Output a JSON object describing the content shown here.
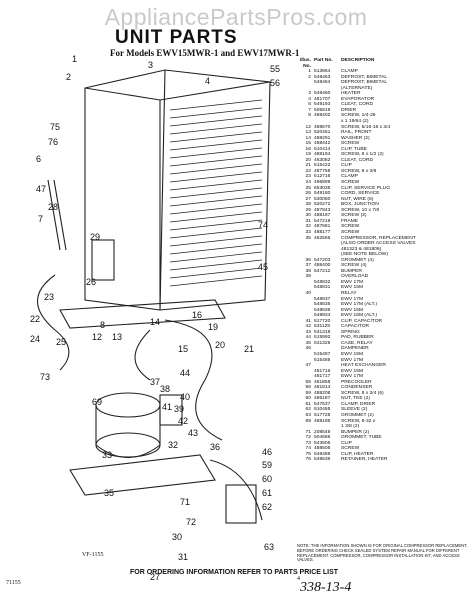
{
  "watermark": "AppliancePartsPros.com",
  "title": "UNIT PARTS",
  "models": "For Models EWV15MWR-1 and EWV17MWR-1",
  "header": {
    "illus": "Illus.",
    "no": "No.",
    "part": "Part No.",
    "desc": "DESCRIPTION"
  },
  "parts": [
    [
      "1",
      "513864",
      "CLAMP"
    ],
    [
      "2",
      "548463",
      "DEFROST, BIMETAL"
    ],
    [
      "",
      "548464",
      "DEFROST, BIMETAL"
    ],
    [
      "",
      "",
      "(ALTERNATE)"
    ],
    [
      "3",
      "548460",
      "HEATER"
    ],
    [
      "4",
      "481707",
      "EVAPORATOR"
    ],
    [
      "6",
      "549193",
      "CLEAT, CORD"
    ],
    [
      "7",
      "505819",
      "DRIER"
    ],
    [
      "8",
      "488402",
      "SCREW, 1/4-28"
    ],
    [
      "",
      "",
      "x 1 19/64 (2)"
    ],
    [
      "12",
      "488670",
      "SCREW, 5/16-18 x 3/4"
    ],
    [
      "13",
      "520461",
      "RAIL, FRONT"
    ],
    [
      "14",
      "488291",
      "WASHER (2)"
    ],
    [
      "15",
      "488442",
      "SCREW"
    ],
    [
      "16",
      "510414",
      "CLIP, TUBE"
    ],
    [
      "19",
      "488194",
      "SCREW, 8 x 1/2 (2)"
    ],
    [
      "20",
      "463082",
      "CLEAT, CORD"
    ],
    [
      "21",
      "515422",
      "CLIP"
    ],
    [
      "22",
      "487758",
      "SCREW, 8 x 3/8"
    ],
    [
      "23",
      "512716",
      "CLAMP"
    ],
    [
      "24",
      "496899",
      "SCREW"
    ],
    [
      "25",
      "653035",
      "CLIP, SERVICE PLUG"
    ],
    [
      "26",
      "549180",
      "CORD, SERVICE"
    ],
    [
      "27",
      "530050",
      "NUT, WIRE (6)"
    ],
    [
      "28",
      "520272",
      "BOX, JUNCTION"
    ],
    [
      "29",
      "487843",
      "SCREW, 10 x 7/8"
    ],
    [
      "30",
      "488197",
      "SCREW (2)"
    ],
    [
      "31",
      "547219",
      "FRAME"
    ],
    [
      "32",
      "487581",
      "SCREW"
    ],
    [
      "33",
      "488177",
      "SCREW"
    ],
    [
      "35",
      "462566",
      "COMPRESSOR, REPLACEMENT"
    ],
    [
      "",
      "",
      "(ALSO ORDER ACCESS VALVES"
    ],
    [
      "",
      "",
      "481323 & 481806)"
    ],
    [
      "",
      "",
      "(SEE NOTE BELOW)"
    ],
    [
      "36",
      "547203",
      "GROMMET (4)"
    ],
    [
      "37",
      "488400",
      "SCREW (4)"
    ],
    [
      "38",
      "547212",
      "BUMPER"
    ],
    [
      "39",
      "",
      "OVERLOAD"
    ],
    [
      "",
      "548832",
      "EWV 17M"
    ],
    [
      "",
      "548831",
      "EWV 15M"
    ],
    [
      "40",
      "",
      "RELAY"
    ],
    [
      "",
      "548837",
      "EWV 17M"
    ],
    [
      "",
      "548835",
      "EWV 17M (ALT.)"
    ],
    [
      "",
      "548836",
      "EWV 15M"
    ],
    [
      "",
      "548834",
      "EWV 15M (ALT.)"
    ],
    [
      "41",
      "517720",
      "CLIP, CAPACITOR"
    ],
    [
      "42",
      "531129",
      "CAPACITOR"
    ],
    [
      "43",
      "531318",
      "SPRING"
    ],
    [
      "44",
      "515992",
      "PAD, RUBBER"
    ],
    [
      "45",
      "531329",
      "CASE, RELAY"
    ],
    [
      "46",
      "",
      "DAMPENER"
    ],
    [
      "",
      "515497",
      "EWV 15M"
    ],
    [
      "",
      "515485",
      "EWV 17M"
    ],
    [
      "47",
      "",
      "HEAT EXCHANGER"
    ],
    [
      "",
      "481716",
      "EWV 15M"
    ],
    [
      "",
      "481717",
      "EWV 17M"
    ],
    [
      "55",
      "481858",
      "PRECOOLER"
    ],
    [
      "56",
      "481814",
      "CONDENSER"
    ],
    [
      "59",
      "488208",
      "SCREW, 8 x 3/4 (6)"
    ],
    [
      "60",
      "486187",
      "NUT, TEE (2)"
    ],
    [
      "61",
      "547637",
      "CLAMP, DRIER"
    ],
    [
      "62",
      "510465",
      "SLEEVE (2)"
    ],
    [
      "63",
      "517728",
      "GROMMET (2)"
    ],
    [
      "69",
      "488195",
      "SCREW, 8-32 x"
    ],
    [
      "",
      "",
      "1 3/8 (2)"
    ],
    [
      "71",
      "208549",
      "BUMPER (2)"
    ],
    [
      "72",
      "504686",
      "GROMMET, TUBE"
    ],
    [
      "73",
      "543805",
      "CLIP"
    ],
    [
      "74",
      "488505",
      "SCREW"
    ],
    [
      "75",
      "548489",
      "CLIP, HEATER"
    ],
    [
      "76",
      "548636",
      "RETAINER, HEATER"
    ]
  ],
  "footnote": "NOTE: THE INFORMATION SHOWN IS FOR ORIGINAL COMPRESSOR REPLACEMENT. BEFORE ORDERING CHECK SEALED SYSTEM REPAIR MANUAL FOR DIFFERENT REPLACEMENT. COMPRESSOR, COMPRESSOR INSTALLATION KIT, AND ACCESS VALVES.",
  "order": "FOR ORDERING INFORMATION REFER TO PARTS PRICE LIST",
  "diagram_id": "VF-1155",
  "print_number": "71155",
  "page_number": "4",
  "handwritten": "338-13-4",
  "callouts": [
    "1",
    "2",
    "3",
    "4",
    "55",
    "56",
    "75",
    "76",
    "6",
    "47",
    "29",
    "28",
    "7",
    "8",
    "12",
    "13",
    "14",
    "15",
    "16",
    "19",
    "20",
    "21",
    "22",
    "23",
    "24",
    "25",
    "26",
    "27",
    "30",
    "31",
    "32",
    "33",
    "35",
    "36",
    "37",
    "38",
    "39",
    "40",
    "41",
    "42",
    "43",
    "44",
    "45",
    "46",
    "59",
    "60",
    "61",
    "62",
    "63",
    "69",
    "71",
    "72",
    "73",
    "74"
  ]
}
